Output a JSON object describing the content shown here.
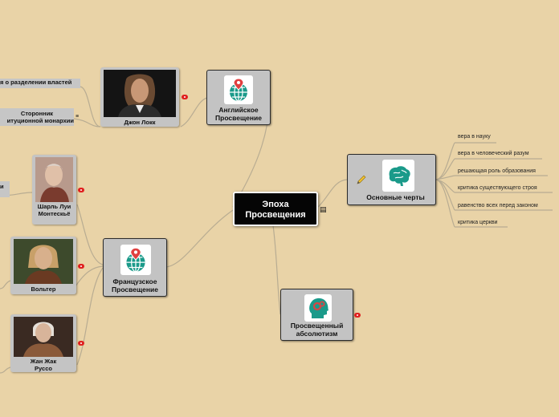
{
  "root": {
    "title": "Эпоха Просвещения",
    "note_icon": "notes-icon"
  },
  "english": {
    "title": "Английское Просвещение",
    "icon": "globe-pin-icon"
  },
  "french": {
    "title": "Французское Просвещение",
    "icon": "globe-pin-icon"
  },
  "features": {
    "title": "Основные черты",
    "icon": "brain-icon",
    "pencil_icon": "pencil-icon",
    "items": [
      "вера в науку",
      "вера в человеческий разум",
      "решающая роль образования",
      "критика существующего строя",
      "равенство всех перед законом",
      "критика церкви"
    ]
  },
  "absolutism": {
    "title": "Просвещенный абсолютизм",
    "icon": "head-gears-icon"
  },
  "persons": {
    "locke": {
      "name": "Джон Локк"
    },
    "montesquieu": {
      "name": "Шарль Луи Монтескьё"
    },
    "voltaire": {
      "name": "Вольтер"
    },
    "rousseau": {
      "name": "Жан Жак Руссо"
    }
  },
  "locke_children": {
    "separation": "я о разделении властей",
    "supporter_line1": "Сторонник",
    "supporter_line2": "итуционной монархии"
  },
  "montesquieu_child": "и",
  "colors": {
    "background": "#e9d3a7",
    "node": "#c3c3c3",
    "root": "#050505",
    "badge": "#e0201f",
    "globe": "#1a9a8a",
    "pin": "#e04040"
  }
}
